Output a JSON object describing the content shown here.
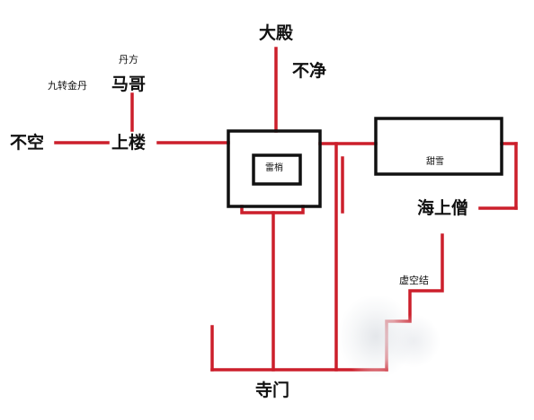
{
  "labels": {
    "dadian": "大殿",
    "bujing": "不净",
    "danfang": "丹方",
    "jiuzhuan": "九转金丹",
    "mage": "马哥",
    "bukong": "不空",
    "shanglou": "上楼",
    "leiqiao": "雷梢",
    "tianxue": "甜雪",
    "haishangseng": "海上僧",
    "xukongjie": "虚空结",
    "simen": "寺门"
  },
  "colors": {
    "path": "#cc1f2b",
    "box": "#111111",
    "text": "#111111"
  }
}
